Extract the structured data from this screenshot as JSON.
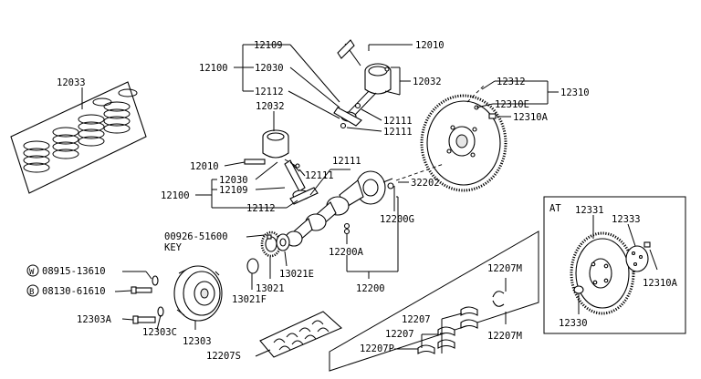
{
  "labels": {
    "p12109_top": "12109",
    "p12010_top": "12010",
    "p12100_top": "12100",
    "p12030_top": "12030",
    "p12032_top": "12032",
    "p12112_top": "12112",
    "p12111_a": "12111",
    "p12111_b": "12111",
    "p12033": "12033",
    "p12312": "12312",
    "p12310": "12310",
    "p12310E": "12310E",
    "p12310A": "12310A",
    "p12032_mid": "12032",
    "p12010_mid": "12010",
    "p12111_mid": "12111",
    "p12111_mid2": "12111",
    "p12030_mid": "12030",
    "p12109_mid": "12109",
    "p12100_mid": "12100",
    "p12112_mid": "12112",
    "p32202": "32202",
    "p12200G": "12200G",
    "p00926": "00926-51600",
    "key": "KEY",
    "p12200A": "12200A",
    "p13021E": "13021E",
    "p13021": "13021",
    "p13021F": "13021F",
    "p12200": "12200",
    "w_circle": "W",
    "p08915": "08915-13610",
    "b_circle": "B",
    "p08130": "08130-61610",
    "p12303A": "12303A",
    "p12303C": "12303C",
    "p12303": "12303",
    "p12207S": "12207S",
    "p12207M_top": "12207M",
    "p12207": "12207",
    "p12207_b": "12207",
    "p12207P": "12207P",
    "p12207M_bot": "12207M",
    "at": "AT",
    "p12331": "12331",
    "p12333": "12333",
    "p12310A_at": "12310A",
    "p12330": "12330"
  }
}
